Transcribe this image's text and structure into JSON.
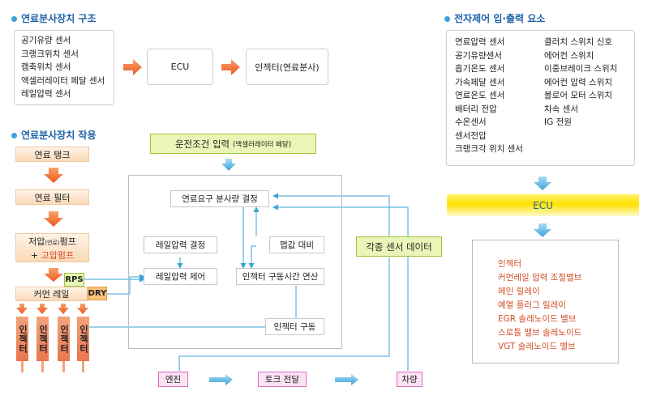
{
  "sections": {
    "structure_title": "연료분사장치 구조",
    "action_title": "연료분사장치 작용",
    "electronic_title": "전자제어 입·출력 요소"
  },
  "structure": {
    "sensors": [
      "공기유량 센서",
      "크랭크위치 센서",
      "캠축위치 센서",
      "액셀러레이터 페달 센서",
      "레일압력 센서"
    ],
    "ecu": "ECU",
    "injector": "인젝터(연료분사)"
  },
  "action": {
    "tank": "연료 탱크",
    "filter": "연료 필터",
    "pump_line1_a": "저압",
    "pump_line1_small": "(연료)",
    "pump_line1_b": "펌프",
    "pump_line2_plus": "+ ",
    "pump_line2_hp": "고압펌프",
    "rps": "RPS",
    "dry": "DRY",
    "common_rail": "커먼 레일",
    "injectors": [
      "인젝터",
      "인젝터",
      "인젝터",
      "인젝터"
    ],
    "condition_main": "운전조건 입력",
    "condition_sub": "(액셀러레이터 페달)",
    "request": "연료요구 분사량 결정",
    "rail_pressure_decide": "레일압력 결정",
    "map_compare": "맵값 대비",
    "rail_pressure_control": "레일압력 제어",
    "injector_time": "인젝터 구동시간 연산",
    "sensor_data": "각종 센서 데이터",
    "injector_drive": "인젝터 구동",
    "engine": "엔진",
    "torque": "토크 전달",
    "vehicle": "차량"
  },
  "electronic": {
    "inputs_left": [
      "연료압력 센서",
      "공기유량센서",
      "흡기온도 센서",
      "가속페달 센서",
      "연료온도 센서",
      "배터리 전압",
      "수온센서",
      "센서전압",
      "크랭크각 위치 센서"
    ],
    "inputs_right": [
      "클러치 스위치 신호",
      "에어컨 스위치",
      "이중브레이크 스위치",
      "에어컨 압력 스위치",
      "블로어 모터 스위치",
      "차속 센서",
      "IG 전원"
    ],
    "ecu": "ECU",
    "outputs": [
      "인젝터",
      "커먼레일 압력 조절밸브",
      "메인 릴레이",
      "예열 플러그 릴레이",
      "EGR 솔레노이드 밸브",
      "스로틀 밸브 솔레노이드",
      "VGT 솔레노이드 밸브"
    ]
  },
  "colors": {
    "title_blue": "#1d62a8",
    "arrow_orange": "#f06b2a",
    "arrow_blue": "#5fbbe8",
    "output_red": "#d2502a"
  }
}
